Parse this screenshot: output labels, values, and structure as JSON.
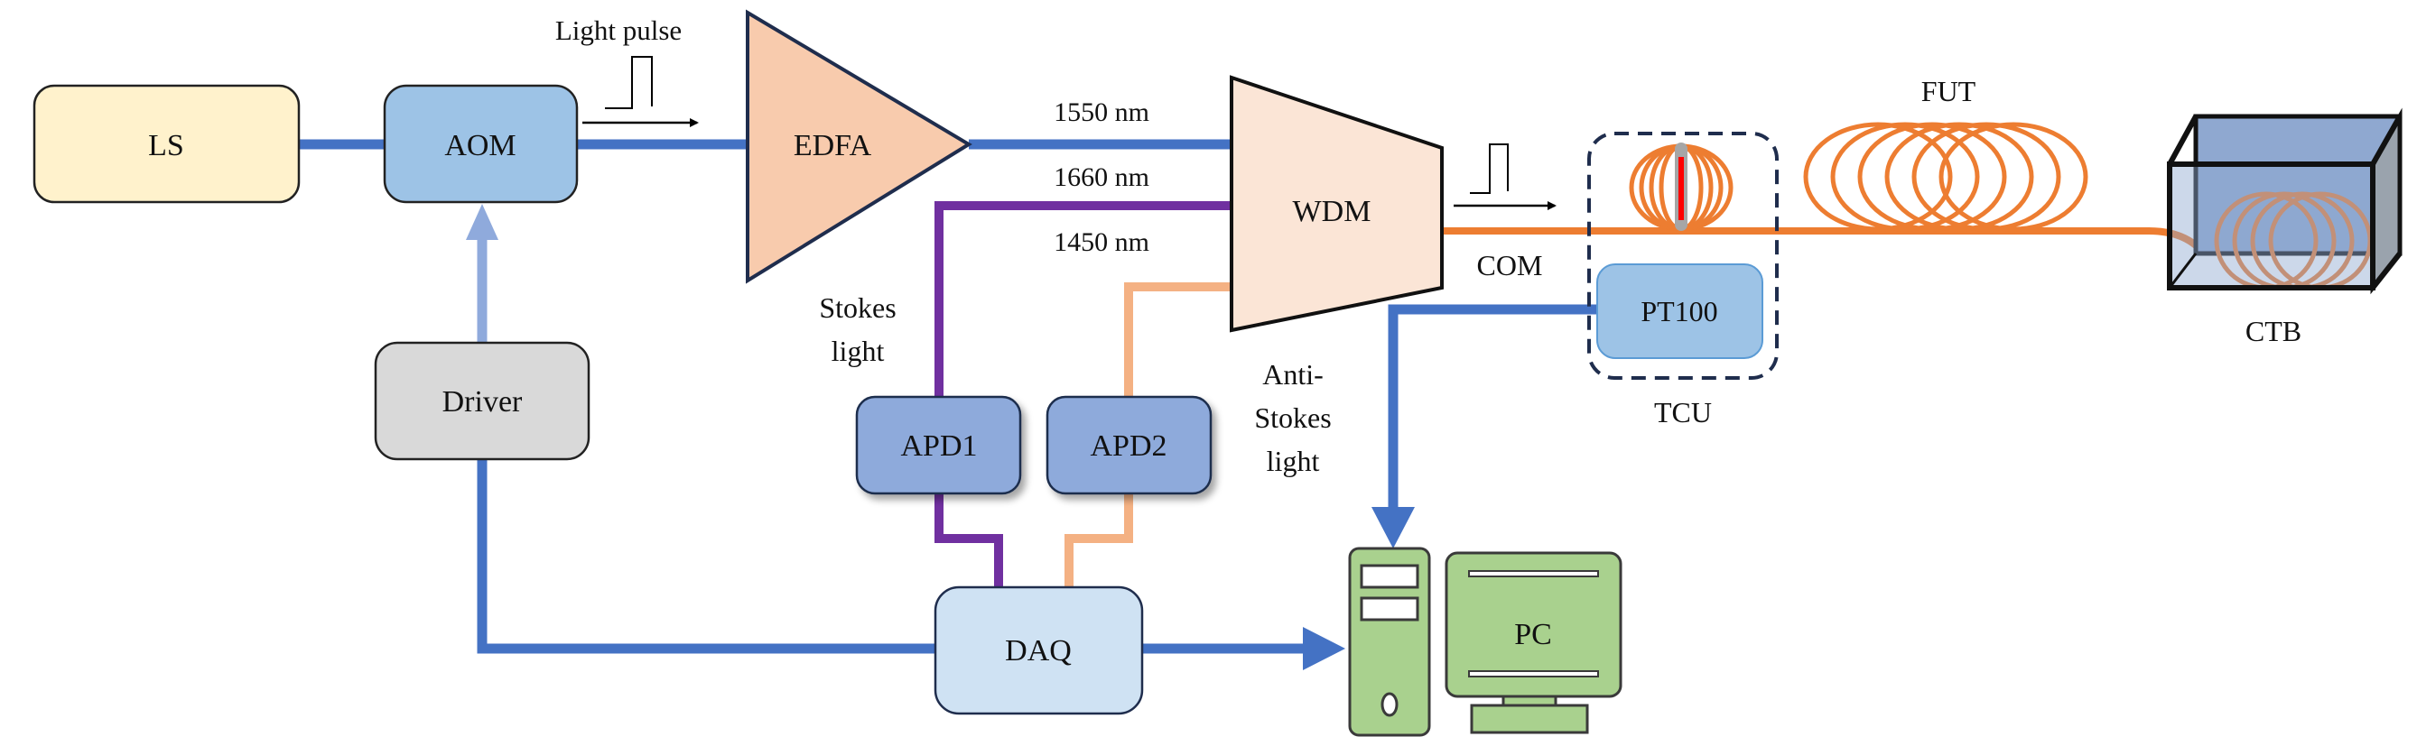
{
  "diagram": {
    "blocks": {
      "ls": "LS",
      "aom": "AOM",
      "driver": "Driver",
      "edfa": "EDFA",
      "wdm": "WDM",
      "apd1": "APD1",
      "apd2": "APD2",
      "daq": "DAQ",
      "pc": "PC",
      "pt100": "PT100"
    },
    "labels": {
      "light_pulse": "Light pulse",
      "wl_1550": "1550 nm",
      "wl_1660": "1660 nm",
      "wl_1450": "1450 nm",
      "stokes_line1": "Stokes",
      "stokes_line2": "light",
      "anti_line1": "Anti-",
      "anti_line2": "Stokes",
      "anti_line3": "light",
      "com": "COM",
      "fut": "FUT",
      "tcu": "TCU",
      "ctb": "CTB"
    },
    "colors": {
      "fiber_blue": "#4472c4",
      "driver_link": "#8faadc",
      "stokes_purple": "#7030a0",
      "antistokes_peach": "#f4b183",
      "fiber_orange": "#ed7d31",
      "ls_fill": "#fff2cc",
      "aom_fill": "#9dc3e6",
      "driver_fill": "#d9d9d9",
      "edfa_fill": "#f8cbad",
      "wdm_fill": "#fbe5d6",
      "apd_fill": "#8eaadb",
      "daq_fill": "#cfe2f3",
      "pc_fill": "#a9d18e",
      "ctb_fill": "#8fa8d0",
      "thermometer_red": "#ff0000"
    }
  }
}
